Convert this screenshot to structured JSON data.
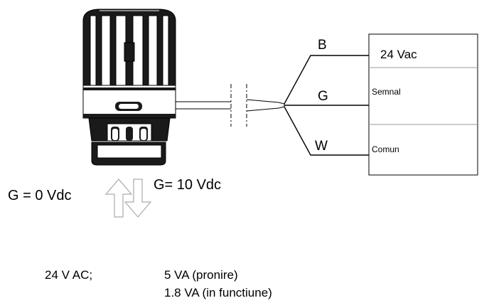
{
  "wires": {
    "b": "B",
    "g": "G",
    "w": "W"
  },
  "terminal_box": {
    "supply": "24 Vac",
    "signal": "Semnal",
    "common": "Comun"
  },
  "states": {
    "closed": "G = 0 Vdc",
    "open": "G= 10 Vdc"
  },
  "specs": {
    "voltage": "24 V AC;",
    "power_start": "5 VA (pronire)",
    "power_running": "1.8 VA (in functiune)"
  },
  "icons": {
    "actuator": "thermoelectric-actuator-drawing",
    "up_arrow": "up-arrow-icon",
    "down_arrow": "down-arrow-icon"
  },
  "colors": {
    "line": "#000000",
    "body_dark": "#1a1a1a",
    "arrow_outline": "#aaaaaa"
  }
}
